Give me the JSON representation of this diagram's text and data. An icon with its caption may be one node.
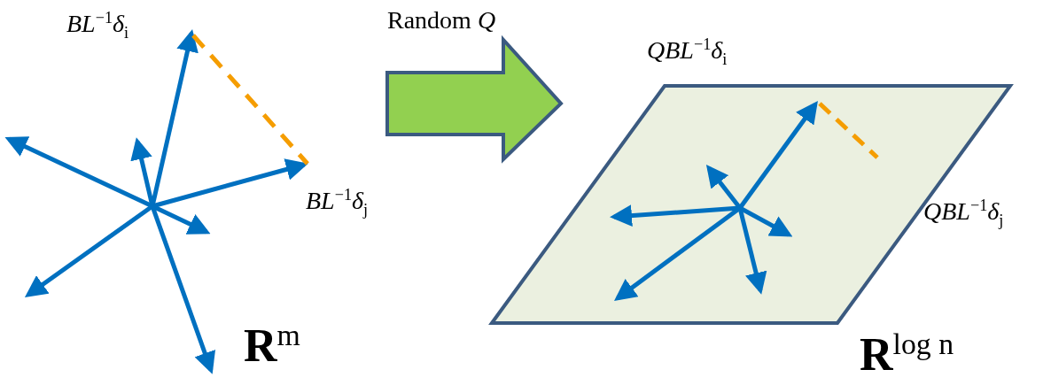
{
  "diagram": {
    "labels": [
      "*BL*$^{−1}$*δ*$_{i}$",
      "Random *Q*",
      "*QBL*$^{−1}$*δ*$_{i}$",
      "*BL*$^{−1}$*δ*$_{j}$",
      "*QBL*$^{−1}$*δ*$_{j}$",
      "**R**$^{m}$",
      "**R**$^{log n}$"
    ]
  }
}
